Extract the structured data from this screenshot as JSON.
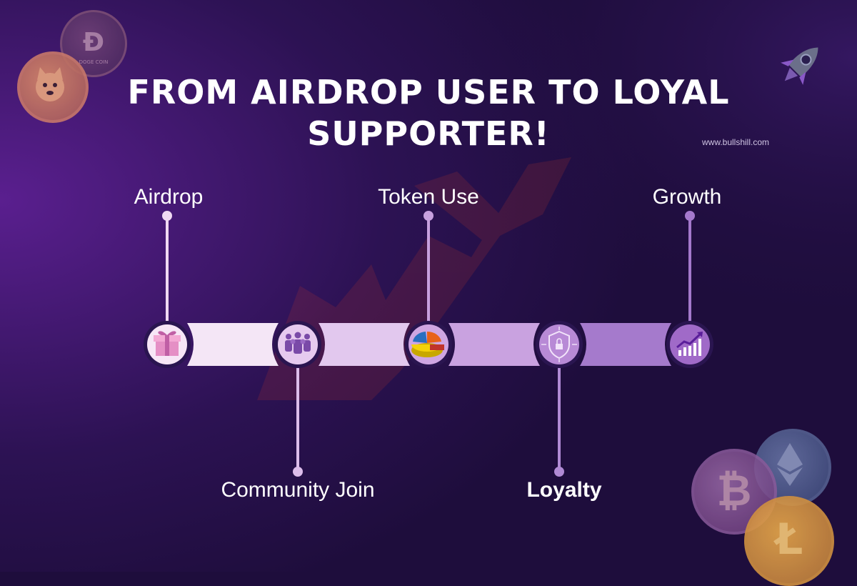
{
  "title": {
    "line1": "FROM AIRDROP USER TO LOYAL",
    "line2": "SUPPORTER!"
  },
  "website": "www.bullshill.com",
  "stages": [
    {
      "label": "Airdrop",
      "icon": "gift-icon",
      "side": "top",
      "color": "#f7e6f6"
    },
    {
      "label": "Community Join",
      "icon": "community-icon",
      "side": "bottom",
      "color": "#e6caef"
    },
    {
      "label": "Token Use",
      "icon": "pie-chart-icon",
      "side": "top",
      "color": "#cfa6e2"
    },
    {
      "label": "Loyalty",
      "icon": "security-shield-icon",
      "side": "bottom",
      "color": "#b88ad6"
    },
    {
      "label": "Growth",
      "icon": "growth-chart-icon",
      "side": "top",
      "color": "#a06ac8"
    }
  ],
  "decor": {
    "coin_text": "DOGE COIN"
  },
  "colors": {
    "background": "#1e0d3c",
    "accent": "#8f5bc4",
    "band_light": "#f4e6f6",
    "band_dark": "#9b6bc6"
  }
}
